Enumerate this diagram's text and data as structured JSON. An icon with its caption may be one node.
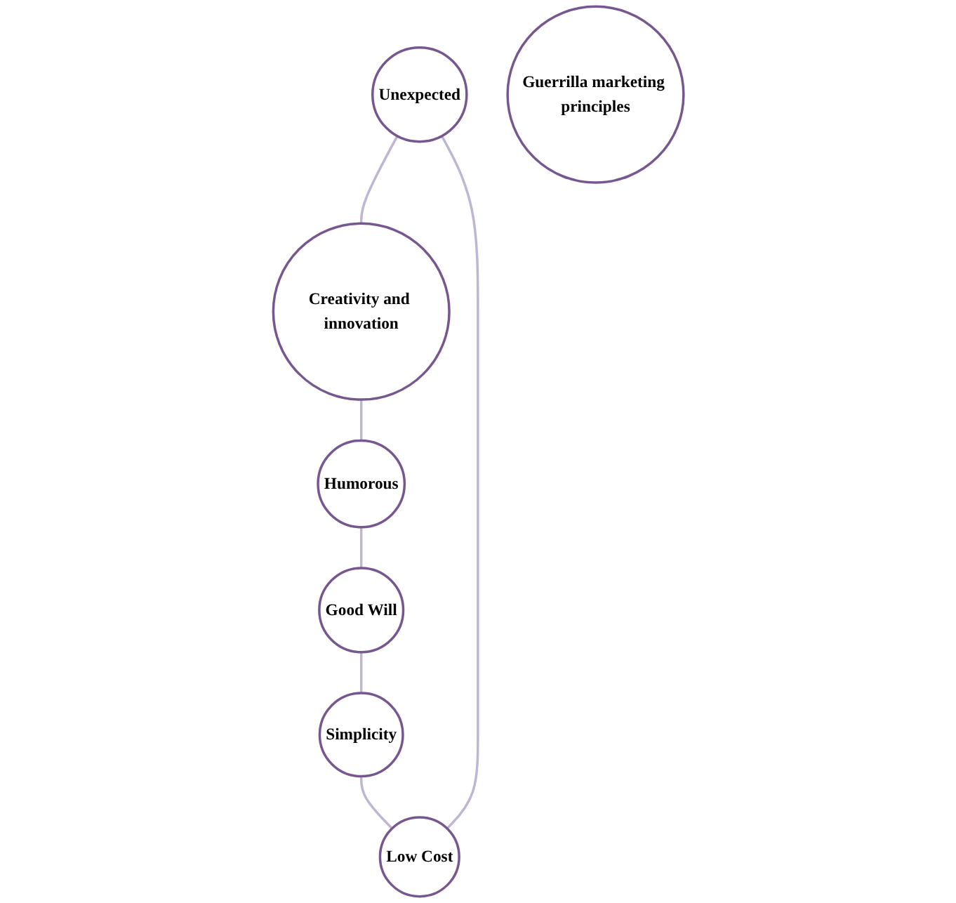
{
  "diagram": {
    "nodes": [
      {
        "text": [
          "Unexpected"
        ]
      },
      {
        "text": [
          "Creativity and innovation"
        ]
      },
      {
        "text": [
          "Humorous"
        ]
      },
      {
        "text": [
          "Good Will"
        ]
      },
      {
        "text": [
          "Simplicity"
        ]
      },
      {
        "text": [
          "Low Cost"
        ]
      },
      {
        "text": [
          "Guerrilla marketing principles"
        ]
      }
    ],
    "edges": [
      {
        "from": 0,
        "to": 1,
        "arrow": "none"
      },
      {
        "from": 1,
        "to": 2,
        "arrow": "none"
      },
      {
        "from": 2,
        "to": 3,
        "arrow": "none"
      },
      {
        "from": 3,
        "to": 4,
        "arrow": "none"
      },
      {
        "from": 4,
        "to": 5,
        "arrow": "none"
      },
      {
        "from": 5,
        "to": 0,
        "arrow": "none"
      }
    ]
  }
}
